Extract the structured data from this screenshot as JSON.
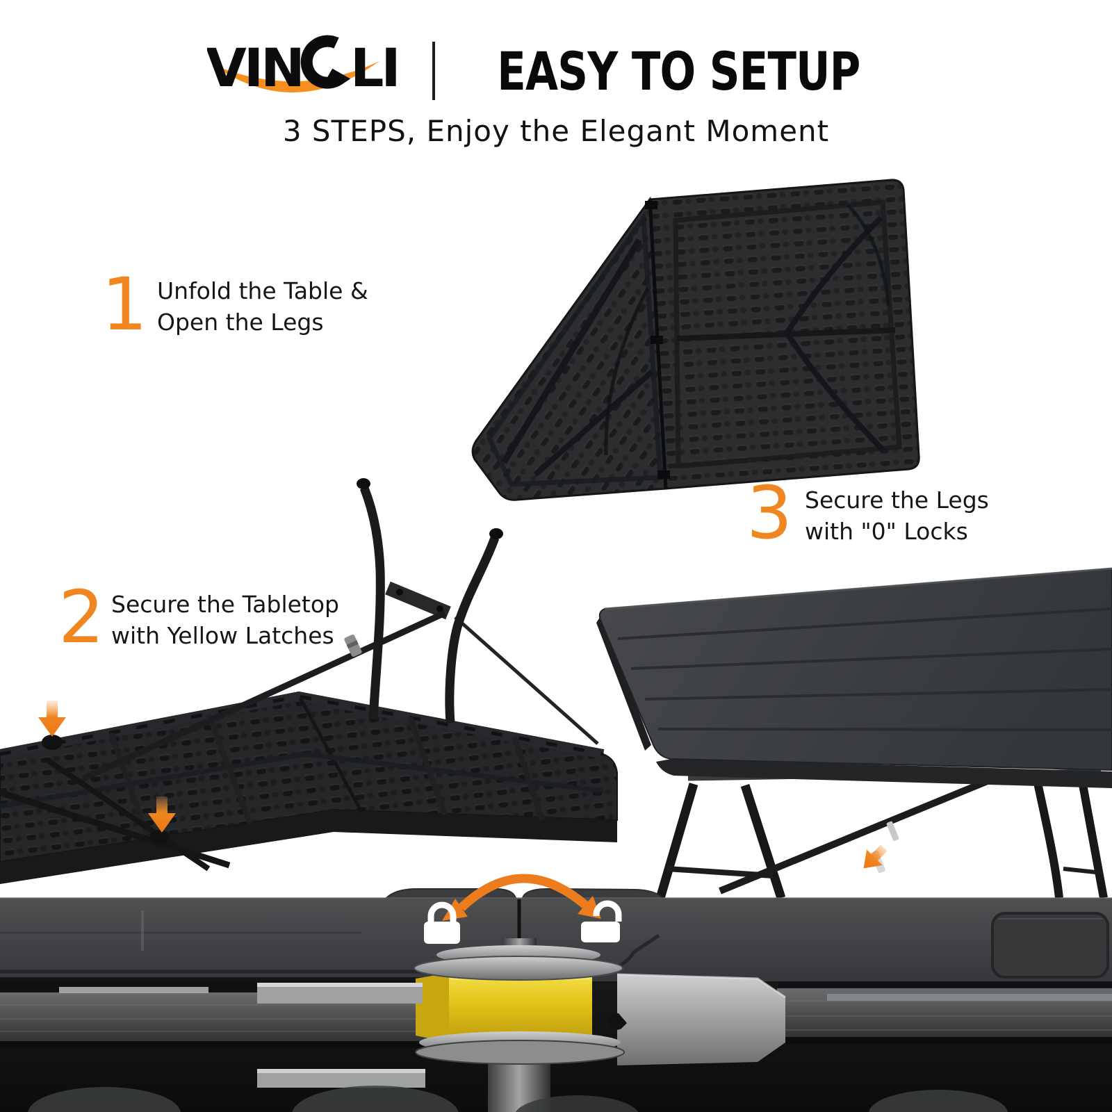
{
  "header": {
    "brand": "VINGLI",
    "brand_part1": "VIN",
    "brand_part2": "LI",
    "divider": "|",
    "title": "EASY TO SETUP",
    "subtitle": "3 STEPS, Enjoy the Elegant Moment"
  },
  "steps": [
    {
      "number": "1",
      "line1": "Unfold the Table &",
      "line2": "Open the Legs"
    },
    {
      "number": "2",
      "line1": "Secure the Tabletop",
      "line2": "with Yellow Latches"
    },
    {
      "number": "3",
      "line1": "Secure the Legs",
      "line2": "with \"0\" Locks"
    }
  ],
  "colors": {
    "accent_orange": "#F0861F",
    "swoosh_orange": "#F78F1E",
    "latch_yellow": "#E2C318",
    "headline_black": "#0A0A0A",
    "table_charcoal": "#2B2D2F"
  },
  "icons": {
    "lock_closed": "lock-closed-icon",
    "lock_open": "lock-open-icon",
    "rotate_arrow": "rotate-arrow-icon",
    "down_arrow": "down-arrow-icon",
    "leg_lock_arrow": "leg-lock-arrow-icon"
  }
}
